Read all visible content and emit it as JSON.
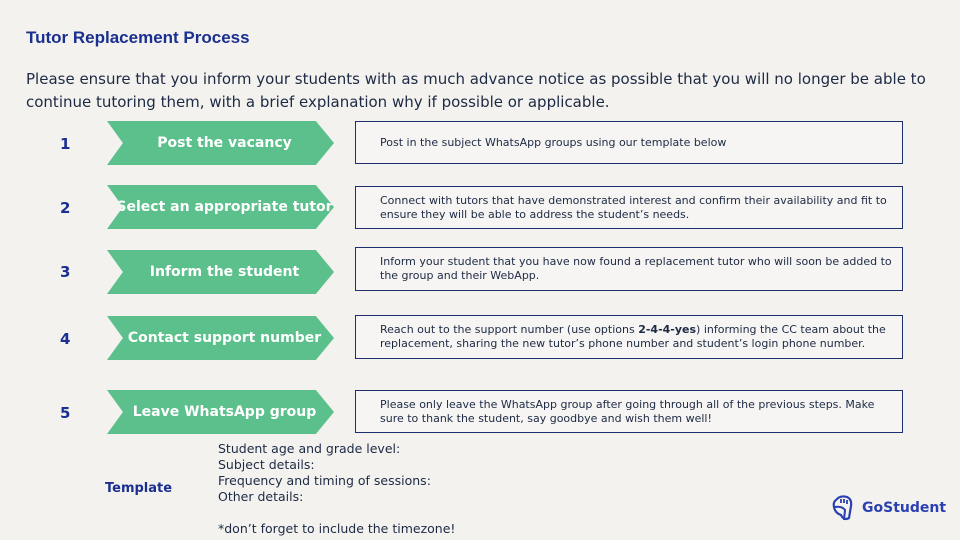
{
  "title": "Tutor Replacement Process",
  "intro": "Please ensure that you inform your students with as much advance notice as possible that you will no longer be able to continue tutoring them, with a brief explanation why if possible or applicable.",
  "steps": [
    {
      "num": "1",
      "label": "Post the vacancy",
      "desc": "Post in the subject WhatsApp groups using our template below"
    },
    {
      "num": "2",
      "label": "Select an appropriate tutor",
      "desc": "Connect with tutors that have demonstrated interest and confirm their availability and fit to ensure they will be able to address the student’s needs."
    },
    {
      "num": "3",
      "label": "Inform the student",
      "desc": "Inform your student that you have now found a replacement tutor who will soon be added to the group and their WebApp."
    },
    {
      "num": "4",
      "label": "Contact support number",
      "desc_pre": "Reach out to the support number (use options ",
      "desc_bold": "2-4-4-yes",
      "desc_post": ") informing the CC team about the replacement, sharing the new tutor’s phone number and student’s login phone number."
    },
    {
      "num": "5",
      "label": "Leave WhatsApp group",
      "desc": "Please only leave the WhatsApp group after going through all of the previous steps. Make sure to thank the student, say goodbye and wish them well!"
    }
  ],
  "template": {
    "label": "Template",
    "lines": [
      "Student age and grade level:",
      "Subject details:",
      "Frequency and timing of sessions:",
      "Other details:",
      "",
      "*don’t forget to include the timezone!"
    ]
  },
  "logo": {
    "text": "GoStudent"
  }
}
